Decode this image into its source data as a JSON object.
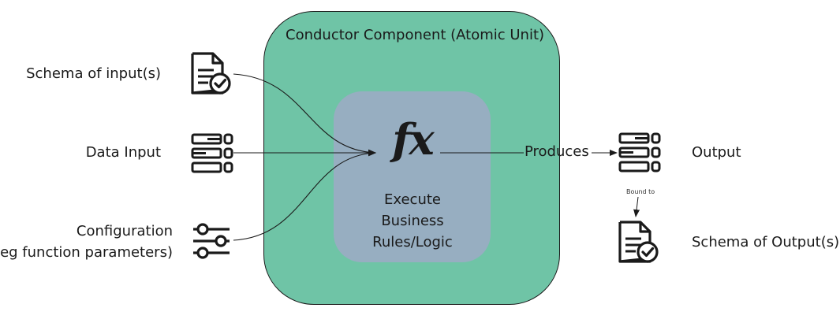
{
  "component": {
    "title": "Conductor Component (Atomic Unit)",
    "function_symbol": "fx",
    "logic_lines": [
      "Execute",
      "Business",
      "Rules/Logic"
    ]
  },
  "inputs": {
    "schema_label": "Schema of input(s)",
    "data_label": "Data Input",
    "config_label_line1": "Configuration",
    "config_label_line2": "(eg function parameters)"
  },
  "outputs": {
    "produces_label": "Produces",
    "output_label": "Output",
    "bound_label": "Bound to",
    "schema_label": "Schema of Output(s)"
  },
  "colors": {
    "component_fill": "#6fc4a6",
    "logic_fill": "#97aec1"
  },
  "icons": {
    "schema_input": "document-check-icon",
    "data_input": "data-records-icon",
    "configuration": "sliders-icon",
    "output": "data-records-icon",
    "schema_output": "document-check-icon"
  }
}
